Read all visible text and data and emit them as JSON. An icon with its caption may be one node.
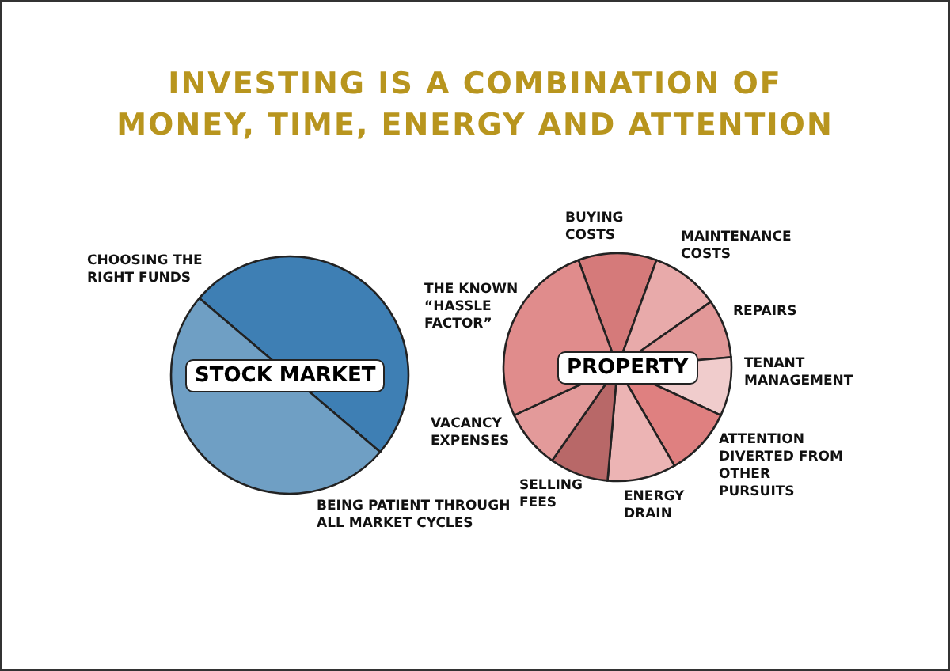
{
  "diagram": {
    "title": "INVESTING IS A COMBINATION OF MONEY, TIME, ENERGY AND ATTENTION",
    "nodes": [
      {
        "text": [
          "STOCK MARKET"
        ]
      },
      {
        "text": [
          "PROPERTY"
        ]
      }
    ],
    "labels": [
      "CHOOSING THE RIGHT FUNDS",
      "BEING PATIENT THROUGH ALL MARKET CYCLES",
      "BUYING COSTS",
      "MAINTENANCE COSTS",
      "THE KNOWN “HASSLE FACTOR”",
      "REPAIRS",
      "TENANT MANAGEMENT",
      "VACANCY EXPENSES",
      "ATTENTION DIVERTED FROM OTHER PURSUITS",
      "SELLING FEES",
      "ENERGY DRAIN"
    ]
  }
}
